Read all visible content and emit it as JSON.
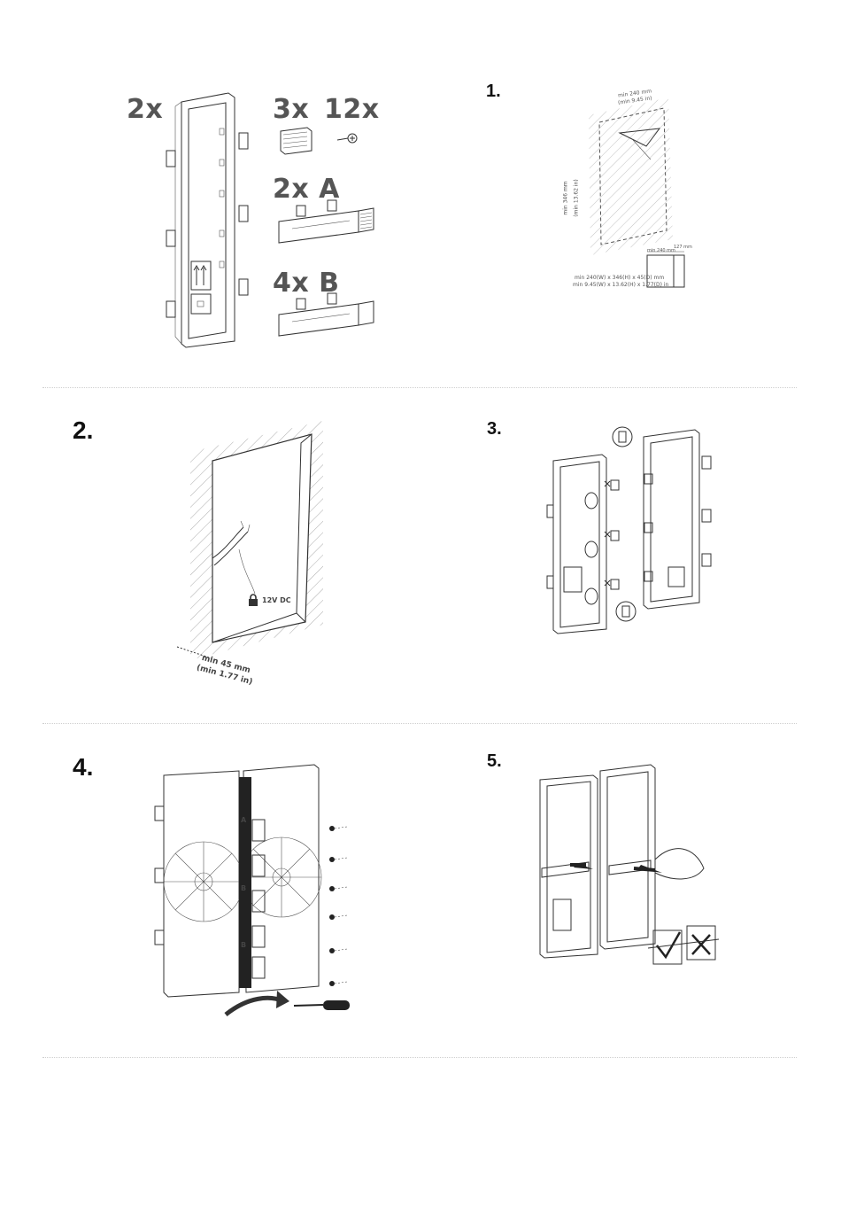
{
  "contents": {
    "frame_qty": "2x",
    "cover_qty": "3x",
    "screw_qty": "12x",
    "connector_a_qty": "2x A",
    "connector_b_qty": "4x B"
  },
  "step1": {
    "number": "1.",
    "width_line1": "min 240 mm",
    "width_line2": "(min 9.45 in)",
    "height_line1": "min 346 mm",
    "height_line2": "(min 13.62 in)",
    "depth_label1": "min 240 mm",
    "depth_label2": "127 mm",
    "dims_line1": "min 240(W) x 346(H) x 45(D) mm",
    "dims_line2": "min 9.45(W) x 13.62(H) x 1.77(D) in"
  },
  "step2": {
    "number": "2.",
    "voltage": "12V DC",
    "depth_line1": "min 45 mm",
    "depth_line2": "(min 1.77 in)"
  },
  "step3": {
    "number": "3."
  },
  "step4": {
    "number": "4.",
    "label_a": "A",
    "label_b1": "B",
    "label_b2": "B"
  },
  "step5": {
    "number": "5."
  }
}
